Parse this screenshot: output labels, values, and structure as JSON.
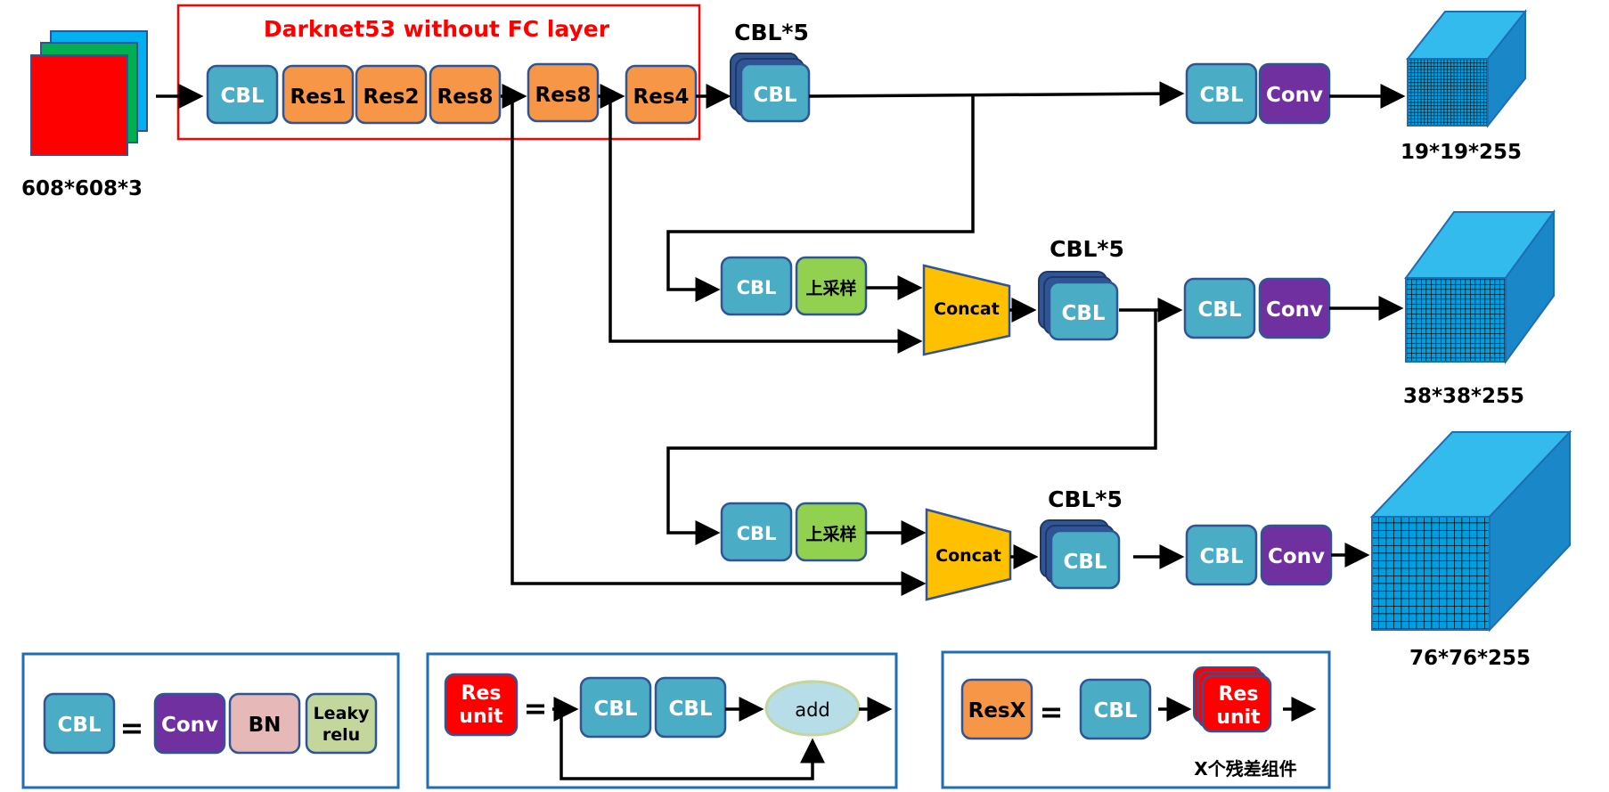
{
  "title": "Darknet53 without FC layer",
  "input": {
    "label": "608*608*3"
  },
  "backbone": {
    "cbl": "CBL",
    "res1": "Res1",
    "res2": "Res2",
    "res8_a": "Res8",
    "res8_b": "Res8",
    "res4": "Res4"
  },
  "branch1": {
    "stack_title": "CBL*5",
    "stack_block": "CBL",
    "cbl": "CBL",
    "conv": "Conv",
    "output": "19*19*255"
  },
  "branch2": {
    "cbl_up": "CBL",
    "upsample": "上采样",
    "concat": "Concat",
    "stack_title": "CBL*5",
    "stack_block": "CBL",
    "cbl": "CBL",
    "conv": "Conv",
    "output": "38*38*255"
  },
  "branch3": {
    "cbl_up": "CBL",
    "upsample": "上采样",
    "concat": "Concat",
    "stack_title": "CBL*5",
    "stack_block": "CBL",
    "cbl": "CBL",
    "conv": "Conv",
    "output": "76*76*255"
  },
  "legend": {
    "cbl": {
      "name": "CBL",
      "eq": "=",
      "conv": "Conv",
      "bn": "BN",
      "leaky_1": "Leaky",
      "leaky_2": "relu"
    },
    "resunit": {
      "name_1": "Res",
      "name_2": "unit",
      "eq": "=",
      "cbl_a": "CBL",
      "cbl_b": "CBL",
      "add": "add"
    },
    "resx": {
      "name": "ResX",
      "eq": "=",
      "cbl": "CBL",
      "unit_1": "Res",
      "unit_2": "unit",
      "caption": "X个残差组件"
    }
  },
  "colors": {
    "cbl": "#4BACC6",
    "res": "#F79646",
    "conv": "#7030A0",
    "upsample": "#92D050",
    "concat": "#FFC000",
    "bn": "#E6B9B8",
    "leaky": "#C3D69B",
    "resunit": "#FF0000",
    "add": "#B7DEE8",
    "cube_front": "#00A0E0",
    "cube_top": "#33BBEE",
    "cube_side": "#1A88C8",
    "frame_red": "#FF0000",
    "frame_blue": "#1F6DB5"
  }
}
